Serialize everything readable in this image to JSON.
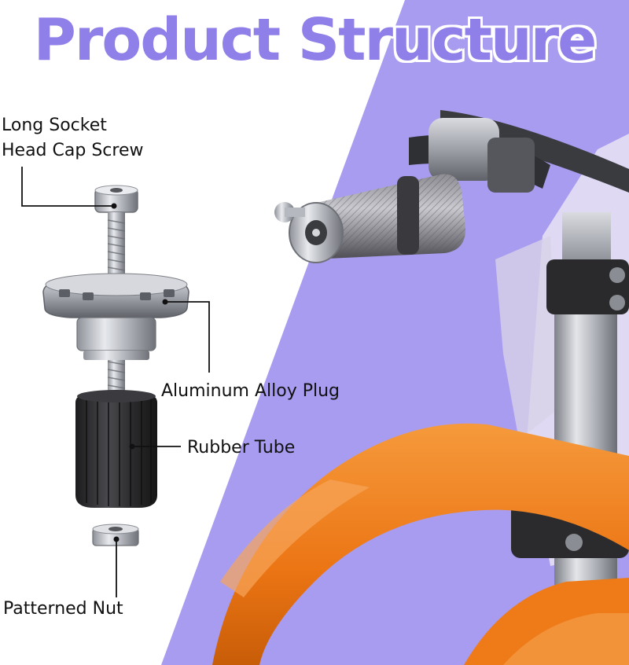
{
  "header": {
    "title": "Product Structure"
  },
  "labels": {
    "screw_line1": "Long Socket",
    "screw_line2": "Head Cap Screw",
    "plug": "Aluminum Alloy Plug",
    "tube": "Rubber Tube",
    "nut": "Patterned Nut"
  },
  "colors": {
    "title": "#8f7fe8",
    "background_accent": "#a89cf0",
    "fender": "#f07c1a",
    "metal": "#b9bcc2",
    "rubber": "#2b2b2d"
  }
}
